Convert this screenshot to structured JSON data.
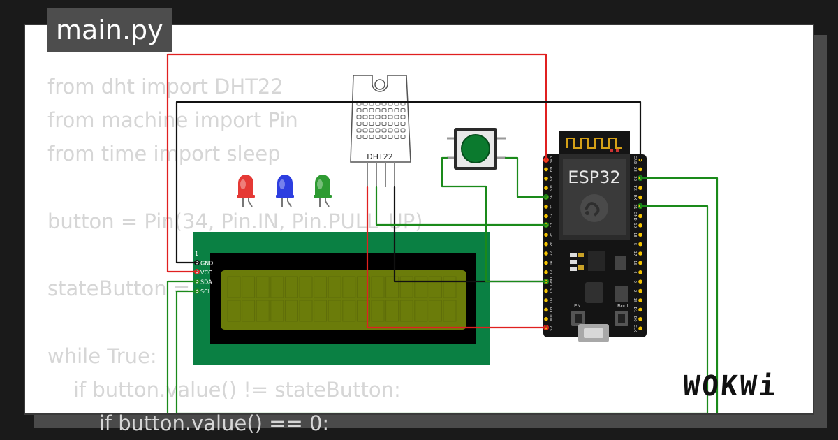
{
  "file_tab": {
    "label": "main.py"
  },
  "code": {
    "lines": [
      "from dht import DHT22",
      "from machine import Pin",
      "from time import sleep",
      "",
      "button = Pin(34, Pin.IN, Pin.PULL_UP)",
      "",
      "stateButton = 1",
      "",
      "while True:",
      "    if button.value() != stateButton:",
      "        if button.value() == 0:"
    ]
  },
  "components": {
    "dht22_label": "DHT22",
    "esp32_label": "ESP32",
    "esp32_en_label": "EN",
    "esp32_boot_label": "Boot",
    "lcd_pins": [
      "1",
      "GND",
      "VCC",
      "SDA",
      "SCL"
    ],
    "esp32_left_pins": [
      "3V3",
      "EN",
      "VP",
      "VN",
      "34",
      "35",
      "32",
      "33",
      "25",
      "26",
      "27",
      "14",
      "12",
      "GND",
      "13",
      "D2",
      "D3",
      "CMD",
      "5V"
    ],
    "esp32_right_pins": [
      "GND",
      "23",
      "22",
      "TX",
      "RX",
      "21",
      "GND",
      "19",
      "18",
      "5",
      "17",
      "16",
      "4",
      "0",
      "2",
      "15",
      "D1",
      "D0",
      "CLK"
    ],
    "led_colors": [
      "#e53935",
      "#2d3ee0",
      "#2e9b32"
    ]
  },
  "colors": {
    "wire_red": "#e02020",
    "wire_black": "#111111",
    "wire_green": "#1a8a1a",
    "lcd_pcb": "#0a8043",
    "lcd_screen": "#6b7c0a",
    "button_cap": "#0b7a2e"
  },
  "logo": {
    "text": "WOKWi"
  }
}
